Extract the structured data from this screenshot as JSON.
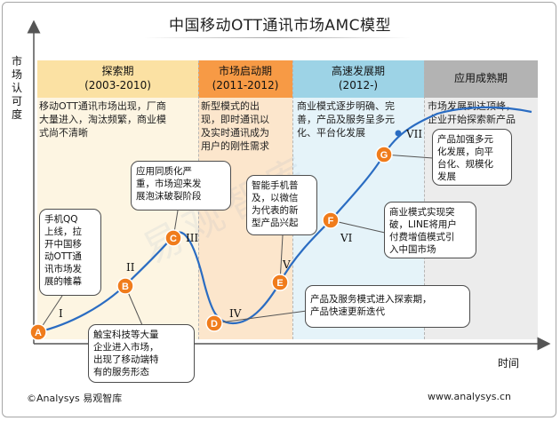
{
  "title": "中国移动OTT通讯市场AMC模型",
  "colors": {
    "phase1_head": "#fbe1a3",
    "phase1_body": "#fdf5e2",
    "phase2_head": "#f79a45",
    "phase2_body": "#fce6cc",
    "phase3_head": "#9dd3e6",
    "phase3_body": "#e5f3f9",
    "phase4_head": "#b3b3b3",
    "phase4_body": "#ececec",
    "curve": "#2a6cc2",
    "point": "#f07c1c"
  },
  "phases": [
    {
      "name": "探索期",
      "years": "(2003-2010)",
      "desc": [
        "移动OTT通讯市场出现，厂商",
        "大量进入，淘汰频繁，商业模",
        "式尚不清晰"
      ]
    },
    {
      "name": "市场启动期",
      "years": "(2011-2012)",
      "desc": [
        "新型模式的出",
        "现，即时通讯以",
        "及实时通讯成为",
        "用户的刚性需求"
      ]
    },
    {
      "name": "高速发展期",
      "years": "(2012-)",
      "desc": [
        "商业模式逐步明确、完",
        "善，产品及服务呈多元",
        "化、平台化发展"
      ]
    },
    {
      "name": "应用成熟期",
      "years": "",
      "desc": [
        "市场发展到达顶峰，",
        "企业开始探索新产品"
      ]
    }
  ],
  "axis": {
    "y": "市场认可度",
    "x": "时间"
  },
  "chart_data": {
    "type": "line",
    "title": "中国移动OTT通讯市场AMC模型",
    "xlabel": "时间",
    "ylabel": "市场认可度",
    "x_phases": [
      "探索期 (2003-2010)",
      "市场启动期 (2011-2012)",
      "高速发展期 (2012-)",
      "应用成熟期"
    ],
    "points": [
      {
        "label": "A",
        "stage": "I"
      },
      {
        "label": "B",
        "stage": "II"
      },
      {
        "label": "C",
        "stage": "III"
      },
      {
        "label": "D",
        "stage": "IV"
      },
      {
        "label": "E",
        "stage": "V"
      },
      {
        "label": "F",
        "stage": "VI"
      },
      {
        "label": "G",
        "stage": "VII"
      }
    ],
    "stage_labels": [
      "I",
      "II",
      "III",
      "IV",
      "V",
      "VI",
      "VII"
    ]
  },
  "callouts": [
    {
      "lines": [
        "手机QQ",
        "上线，拉",
        "开中国移",
        "动OTT通",
        "讯市场发",
        "展的帷幕"
      ]
    },
    {
      "lines": [
        "触宝科技等大量",
        "企业进入市场，",
        "出现了移动端特",
        "有的服务形态"
      ]
    },
    {
      "lines": [
        "应用同质化严",
        "重，市场迎来发",
        "展泡沫破裂阶段"
      ]
    },
    {
      "lines": [
        "智能手机普",
        "及，以微信",
        "为代表的新",
        "型产品兴起"
      ]
    },
    {
      "lines": [
        "产品及服务模式进入探索期，",
        "产品快速更新迭代"
      ]
    },
    {
      "lines": [
        "商业模式实现突",
        "破，LINE将用户",
        "付费增值模式引",
        "入中国市场"
      ]
    },
    {
      "lines": [
        "产品加强多元",
        "化发展，向平",
        "台化、规模化",
        "发展"
      ]
    }
  ],
  "footer": {
    "left": "©Analysys 易观智库",
    "right": "www.analysys.cn"
  },
  "watermark": "易观智库"
}
